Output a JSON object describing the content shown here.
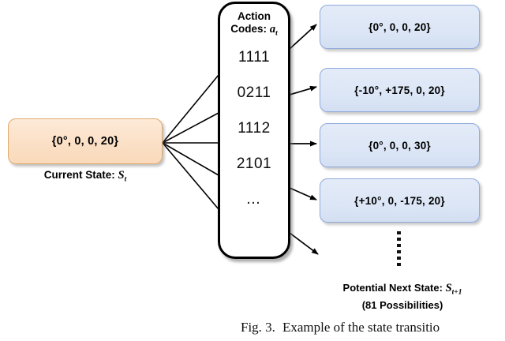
{
  "figure": {
    "caption_prefix": "Fig. 3.",
    "caption_text": "Example of the state transitio"
  },
  "current_state": {
    "box_value": "{0°, 0, 0, 20}",
    "label_prefix": "Current State: ",
    "label_var": "S",
    "label_sub": "t",
    "fill_color": "#FBE0C6",
    "border_color": "#E0A96D"
  },
  "action_codes": {
    "title_line1": "Action",
    "title_line2_prefix": "Codes: ",
    "title_var": "a",
    "title_sub": "t",
    "codes": [
      "1111",
      "0211",
      "1112",
      "2101",
      "…"
    ],
    "border_color": "#000000",
    "fill_color": "#FFFFFF"
  },
  "next_states": {
    "label_prefix": "Potential Next State: ",
    "label_var": "S",
    "label_sub": "t+1",
    "label_line2": "(81 Possibilities)",
    "fill_color": "#DCE6F6",
    "border_color": "#8FAADC",
    "boxes": [
      {
        "value": "{0°, 0, 0, 20}"
      },
      {
        "value": "{-10°, +175, 0, 20}"
      },
      {
        "value": "{0°, 0, 0, 30}"
      },
      {
        "value": "{+10°, 0,  -175, 20}"
      }
    ]
  }
}
